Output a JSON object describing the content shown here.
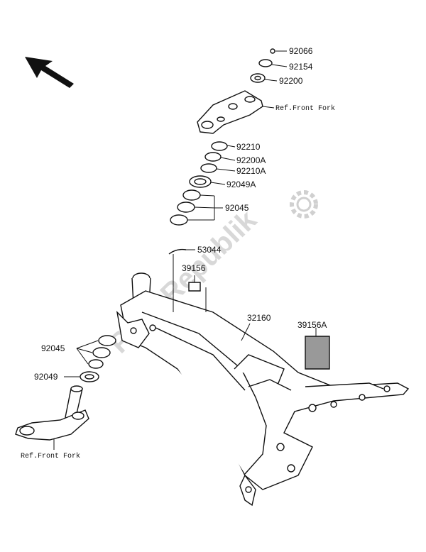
{
  "diagram": {
    "parts": [
      {
        "id": "92066",
        "label": "92066"
      },
      {
        "id": "92154",
        "label": "92154"
      },
      {
        "id": "92200",
        "label": "92200"
      },
      {
        "id": "92210",
        "label": "92210"
      },
      {
        "id": "92200A",
        "label": "92200A"
      },
      {
        "id": "92210A",
        "label": "92210A"
      },
      {
        "id": "92049A",
        "label": "92049A"
      },
      {
        "id": "92045-upper",
        "label": "92045"
      },
      {
        "id": "53044",
        "label": "53044"
      },
      {
        "id": "39156",
        "label": "39156"
      },
      {
        "id": "32160",
        "label": "32160"
      },
      {
        "id": "39156A",
        "label": "39156A"
      },
      {
        "id": "92045-lower",
        "label": "92045"
      },
      {
        "id": "92049",
        "label": "92049"
      }
    ],
    "references": {
      "upper": "Ref.Front Fork",
      "lower": "Ref.Front Fork"
    },
    "watermark": "PartsRepublik",
    "icons": [
      "direction-arrow-icon",
      "gear-icon"
    ],
    "colors": {
      "line": "#111111",
      "watermark": "#d8d8d8"
    }
  }
}
